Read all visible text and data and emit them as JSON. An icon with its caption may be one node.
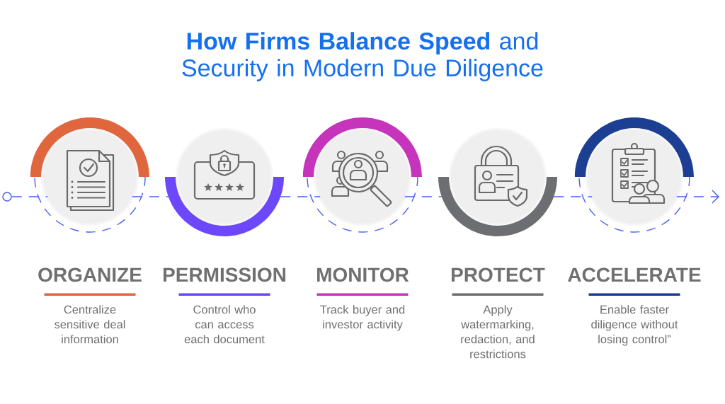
{
  "diagram": {
    "title": "**How Firms Balance Speed** and Security in Modern Due Diligence",
    "nodes": [
      {
        "text": [],
        "shape": "circle"
      },
      {
        "text": [
          "ORGANIZE",
          "Centralize sensitive deal information"
        ]
      },
      {
        "text": [
          "PERMISSION",
          "Control who can access each document"
        ]
      },
      {
        "text": [
          "MONITOR",
          "Track buyer and investor activity"
        ]
      },
      {
        "text": [
          "PROTECT",
          "Apply watermarking, redaction, and restrictions"
        ]
      },
      {
        "text": [
          "ACCELERATE",
          "Enable faster diligence without losing control”"
        ]
      }
    ],
    "edges": [
      {
        "from": 0,
        "to": 1,
        "arrow": "none",
        "style": "dashed"
      },
      {
        "from": 1,
        "to": 2,
        "arrow": "none",
        "style": "dashed"
      },
      {
        "from": 2,
        "to": 3,
        "arrow": "none",
        "style": "dashed"
      },
      {
        "from": 3,
        "to": 4,
        "arrow": "none",
        "style": "dashed"
      },
      {
        "from": 4,
        "to": 5,
        "arrow": "none",
        "style": "dashed"
      },
      {
        "from": 5,
        "to": null,
        "arrow": "to",
        "style": "dashed"
      }
    ]
  }
}
